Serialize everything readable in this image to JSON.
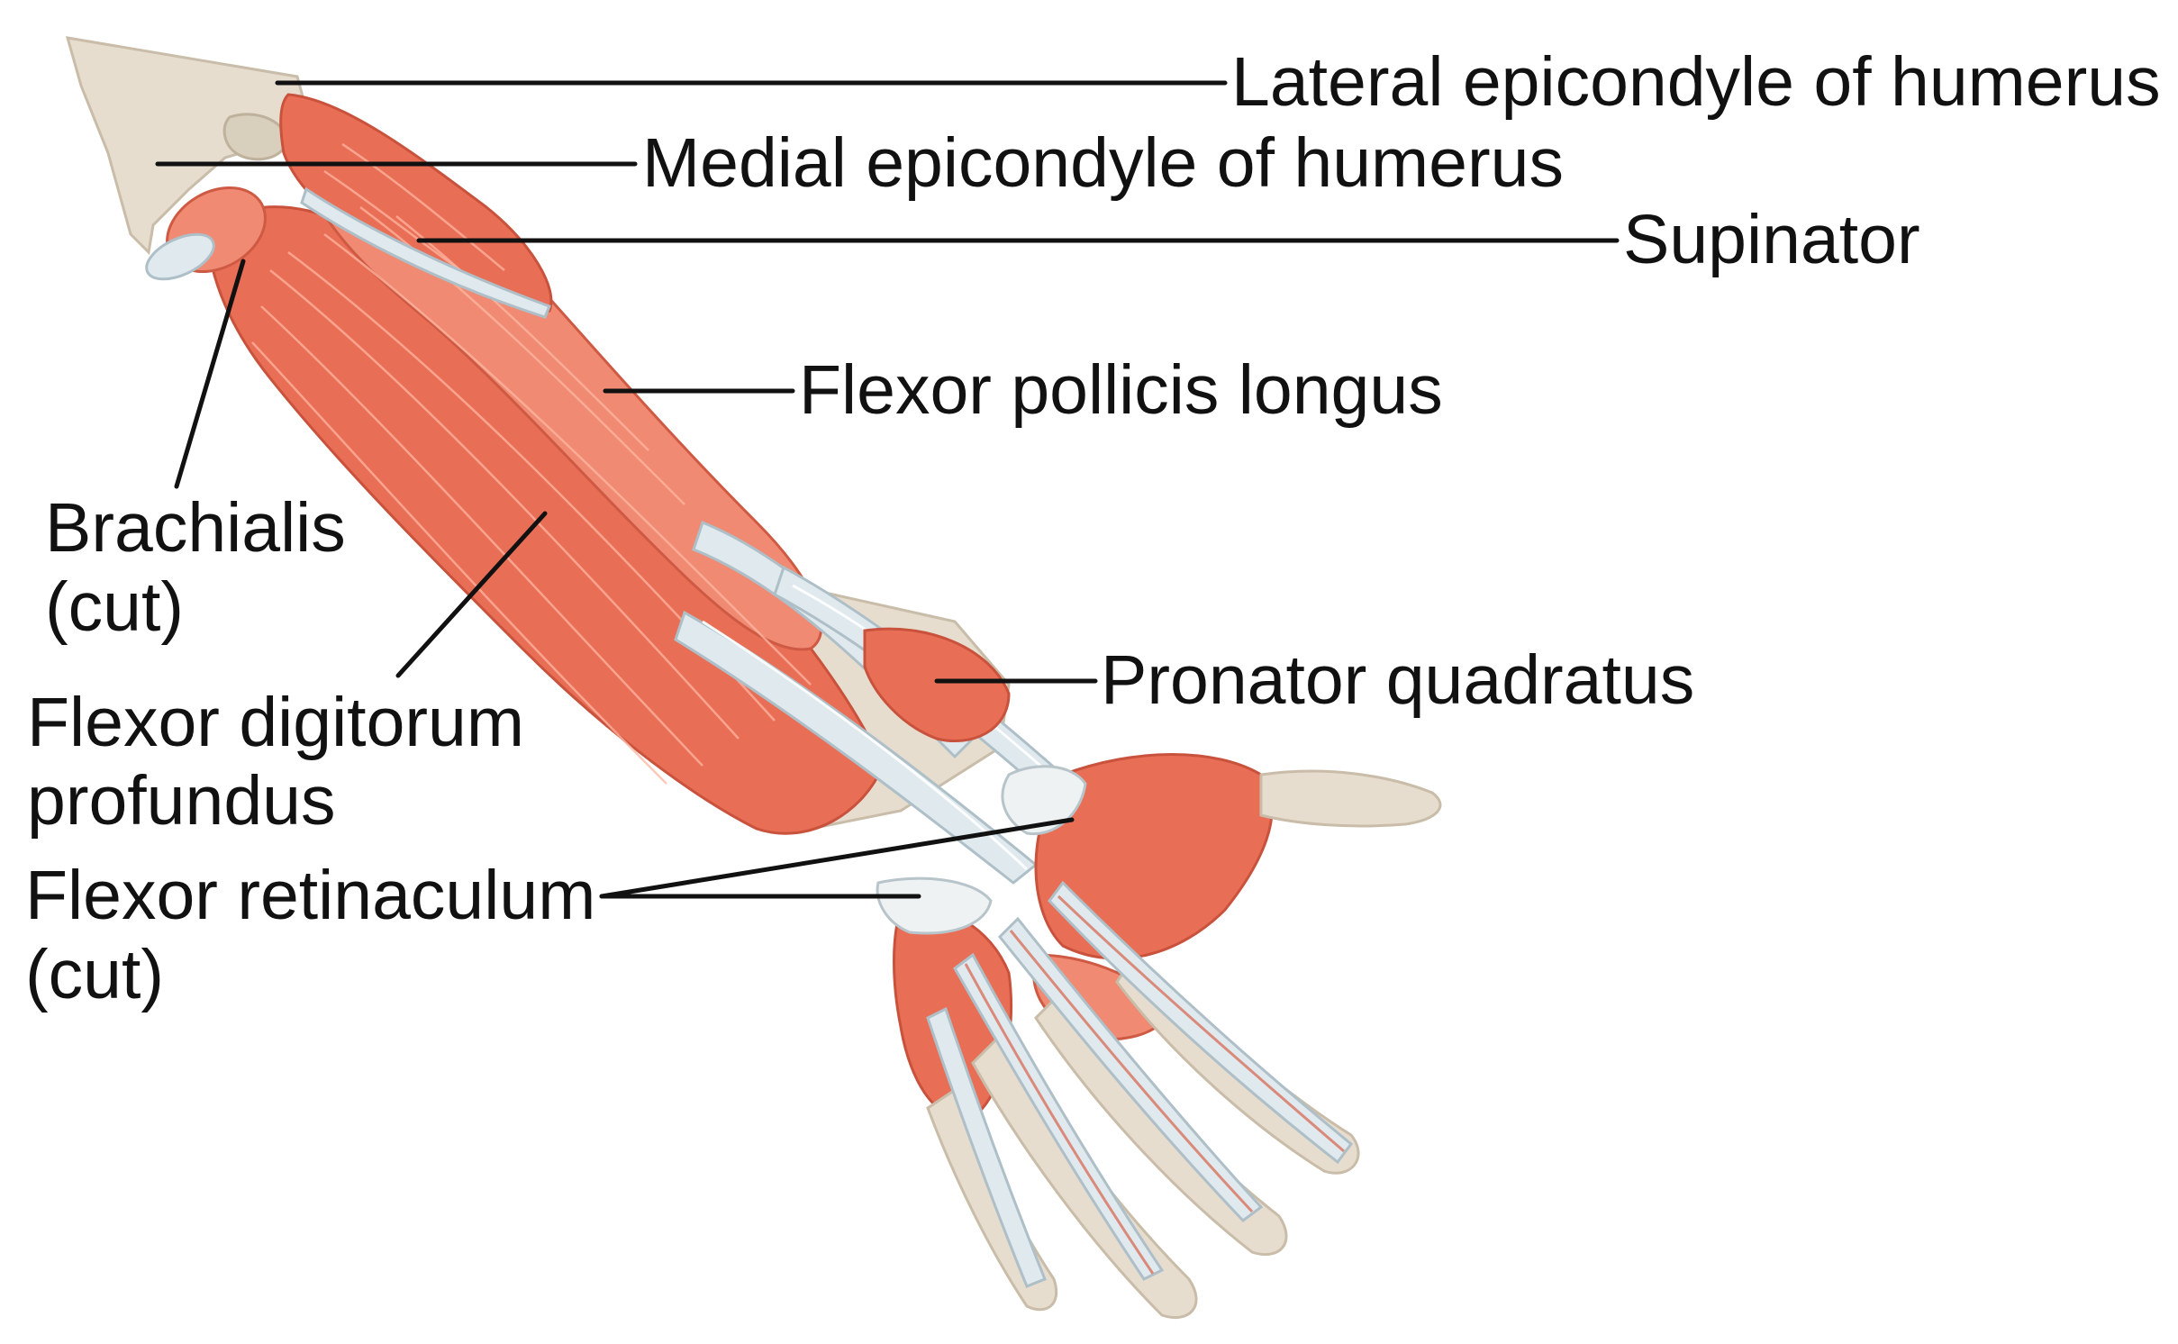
{
  "diagram": {
    "labels": {
      "lateral_epicondyle": "Lateral epicondyle of humerus",
      "medial_epicondyle": "Medial epicondyle of humerus",
      "supinator": "Supinator",
      "flexor_pollicis_longus": "Flexor pollicis longus",
      "brachialis_line1": "Brachialis",
      "brachialis_line2": "(cut)",
      "pronator_quadratus": "Pronator quadratus",
      "fdp_line1": "Flexor digitorum",
      "fdp_line2": "profundus",
      "retinaculum_line1": "Flexor retinaculum",
      "retinaculum_line2": "(cut)"
    },
    "colors": {
      "muscle": "#e96e56",
      "tendon": "#dfe9ee",
      "bone": "#e6ddcf",
      "text": "#111111"
    }
  }
}
